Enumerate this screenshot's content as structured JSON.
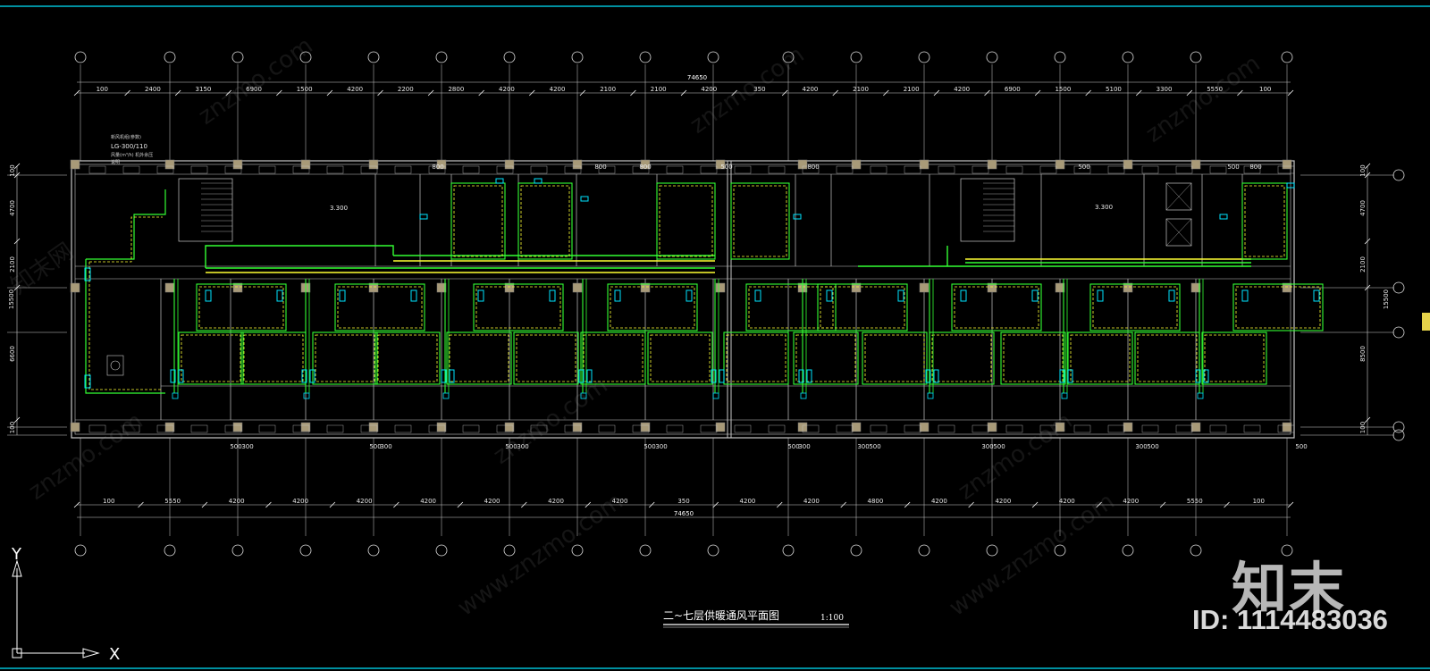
{
  "drawing": {
    "title": "二~七层供暖通风平面图",
    "scale": "1:100",
    "total_dimension": "74650",
    "top_dimensions": [
      "100",
      "2400",
      "3150",
      "6900",
      "1500",
      "4200",
      "2200",
      "2800",
      "4200",
      "4200",
      "2100",
      "2100",
      "4200",
      "350",
      "4200",
      "2100",
      "2100",
      "4200",
      "6900",
      "1500",
      "5100",
      "3300",
      "5550",
      "100"
    ],
    "bottom_dimensions": [
      "100",
      "5550",
      "4200",
      "4200",
      "4200",
      "4200",
      "4200",
      "4200",
      "4200",
      "350",
      "4200",
      "4200",
      "4800",
      "4200",
      "4200",
      "4200",
      "4200",
      "5550",
      "100"
    ],
    "left_dimensions": [
      "100",
      "4700",
      "2100",
      "6600",
      "100"
    ],
    "left_total": "15500",
    "right_dimensions": [
      "100",
      "4700",
      "2100",
      "8500",
      "100"
    ],
    "right_total": "15500",
    "duct_sizes": [
      "800",
      "800",
      "800",
      "800",
      "800",
      "500",
      "500",
      "500"
    ],
    "bottom_duct_sizes": [
      "500",
      "300",
      "500",
      "300",
      "500",
      "300",
      "500",
      "300",
      "500",
      "300",
      "300",
      "500",
      "300",
      "500",
      "300",
      "500",
      "500"
    ],
    "room_number": "3.300",
    "note_lines": [
      "新风机组(参数)",
      "LG-300/110",
      "风量(m³/h) 机外余压",
      "说明"
    ],
    "axis_x": "X",
    "axis_y": "Y"
  },
  "colors": {
    "background": "#000000",
    "frame": "#00e5ff",
    "wall": "#c8c8c8",
    "duct_green": "#33ff33",
    "duct_yellow": "#ffff33",
    "fixture_cyan": "#00e5ff",
    "column": "#a89a78"
  },
  "brand": {
    "name": "知末",
    "id_text": "ID: 1114483036",
    "watermark_text": "www.znzmo.com",
    "watermark_short": "znzmo.com",
    "watermark_cn": "知末网"
  }
}
